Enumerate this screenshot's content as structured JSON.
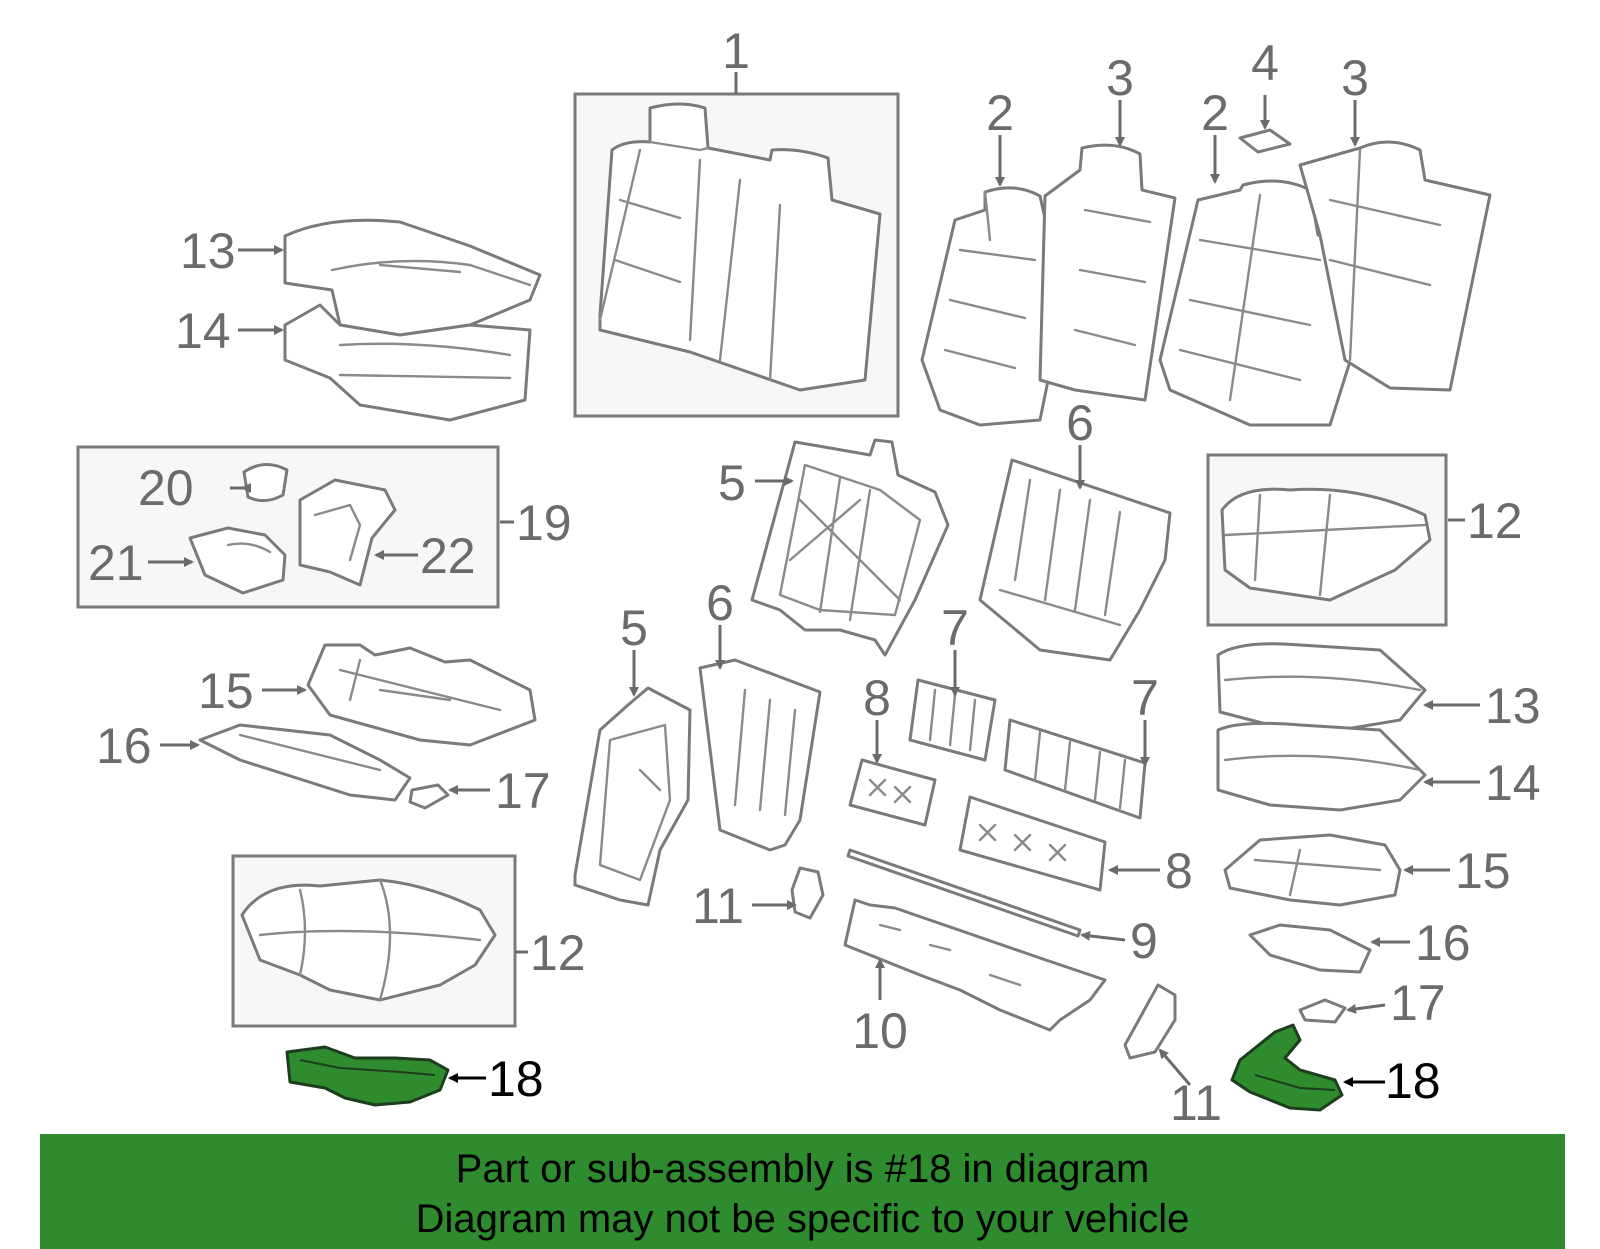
{
  "callouts": {
    "c1": "1",
    "c2a": "2",
    "c2b": "2",
    "c3a": "3",
    "c3b": "3",
    "c4": "4",
    "c5a": "5",
    "c5b": "5",
    "c6a": "6",
    "c6b": "6",
    "c7a": "7",
    "c7b": "7",
    "c8a": "8",
    "c8b": "8",
    "c9": "9",
    "c10": "10",
    "c11a": "11",
    "c11b": "11",
    "c12a": "12",
    "c12b": "12",
    "c13a": "13",
    "c13b": "13",
    "c14a": "14",
    "c14b": "14",
    "c15a": "15",
    "c15b": "15",
    "c16a": "16",
    "c16b": "16",
    "c17a": "17",
    "c17b": "17",
    "c18a": "18",
    "c18b": "18",
    "c19": "19",
    "c20": "20",
    "c21": "21",
    "c22": "22"
  },
  "banner": {
    "line1": "Part or sub-assembly is #18 in diagram",
    "line2": "Diagram may not be specific to your vehicle"
  },
  "colors": {
    "highlight": "#2e8b2e",
    "line_art": "#7a7a7a",
    "banner_bg": "#2e8b2e"
  }
}
